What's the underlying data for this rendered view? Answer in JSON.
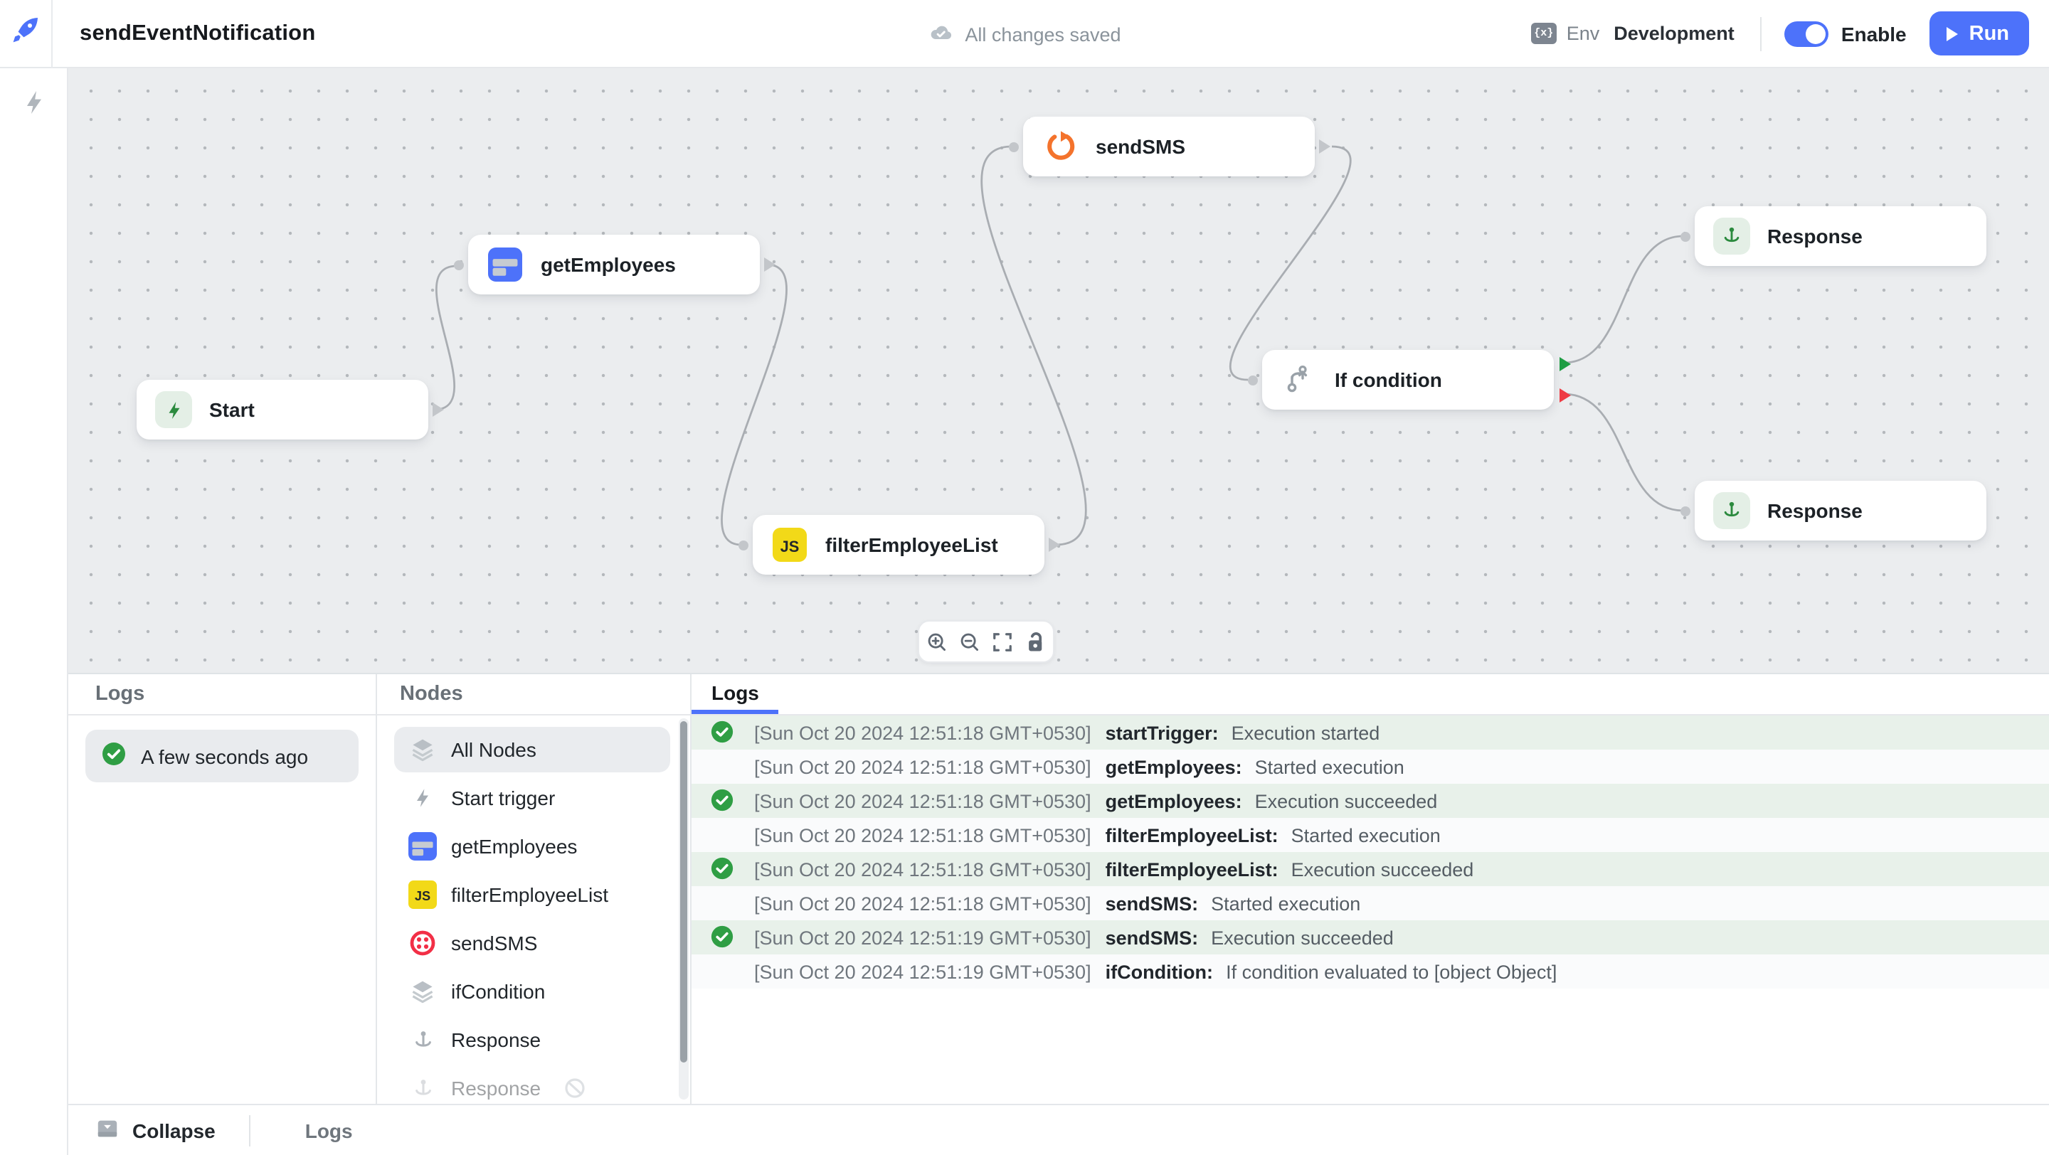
{
  "colors": {
    "accent_blue": "#4d72fa",
    "success_green": "#2f9e44",
    "success_row_bg": "#e8f1ea",
    "warning_orange": "#f4732c",
    "js_yellow": "#f2d918",
    "twilio_red": "#f22f46",
    "canvas_bg": "#ebedef",
    "true_handle": "#1f9d44",
    "false_handle": "#ef3b44"
  },
  "header": {
    "title": "sendEventNotification",
    "status": "All changes saved",
    "env_label": "Env",
    "env_value": "Development",
    "enable_label": "Enable",
    "run_label": "Run"
  },
  "canvas": {
    "nodes": [
      {
        "label": "Start",
        "icon": "lightning-green"
      },
      {
        "label": "getEmployees",
        "icon": "table-blue"
      },
      {
        "label": "sendSMS",
        "icon": "loop-orange"
      },
      {
        "label": "filterEmployeeList",
        "icon": "js-yellow"
      },
      {
        "label": "If condition",
        "icon": "branch-gray"
      },
      {
        "label": "Response",
        "icon": "pin-green"
      },
      {
        "label": "Response",
        "icon": "pin-green"
      }
    ],
    "toolbar_icons": [
      "zoom-in",
      "zoom-out",
      "fit-view",
      "lock"
    ]
  },
  "runs_panel": {
    "title": "Logs",
    "item_label": "A few seconds ago",
    "item_status": "success"
  },
  "nodes_panel": {
    "title": "Nodes",
    "items": [
      {
        "label": "All Nodes",
        "icon": "layers-gray"
      },
      {
        "label": "Start trigger",
        "icon": "lightning-gray"
      },
      {
        "label": "getEmployees",
        "icon": "table-blue"
      },
      {
        "label": "filterEmployeeList",
        "icon": "js-yellow"
      },
      {
        "label": "sendSMS",
        "icon": "twilio-red"
      },
      {
        "label": "ifCondition",
        "icon": "layers-gray"
      },
      {
        "label": "Response",
        "icon": "pin-gray"
      },
      {
        "label": "Response",
        "icon": "pin-gray",
        "disabled": true
      }
    ]
  },
  "logs_panel": {
    "tab": "Logs",
    "rows": [
      {
        "ts": "[Sun Oct 20 2024 12:51:18 GMT+0530]",
        "node": "startTrigger:",
        "msg": "Execution started",
        "success": true
      },
      {
        "ts": "[Sun Oct 20 2024 12:51:18 GMT+0530]",
        "node": "getEmployees:",
        "msg": "Started execution",
        "success": false
      },
      {
        "ts": "[Sun Oct 20 2024 12:51:18 GMT+0530]",
        "node": "getEmployees:",
        "msg": "Execution succeeded",
        "success": true
      },
      {
        "ts": "[Sun Oct 20 2024 12:51:18 GMT+0530]",
        "node": "filterEmployeeList:",
        "msg": "Started execution",
        "success": false
      },
      {
        "ts": "[Sun Oct 20 2024 12:51:18 GMT+0530]",
        "node": "filterEmployeeList:",
        "msg": "Execution succeeded",
        "success": true
      },
      {
        "ts": "[Sun Oct 20 2024 12:51:18 GMT+0530]",
        "node": "sendSMS:",
        "msg": "Started execution",
        "success": false
      },
      {
        "ts": "[Sun Oct 20 2024 12:51:19 GMT+0530]",
        "node": "sendSMS:",
        "msg": "Execution succeeded",
        "success": true
      },
      {
        "ts": "[Sun Oct 20 2024 12:51:19 GMT+0530]",
        "node": "ifCondition:",
        "msg": "If condition evaluated to [object Object]",
        "success": false
      }
    ]
  },
  "footer": {
    "collapse_label": "Collapse",
    "logs_label": "Logs"
  }
}
